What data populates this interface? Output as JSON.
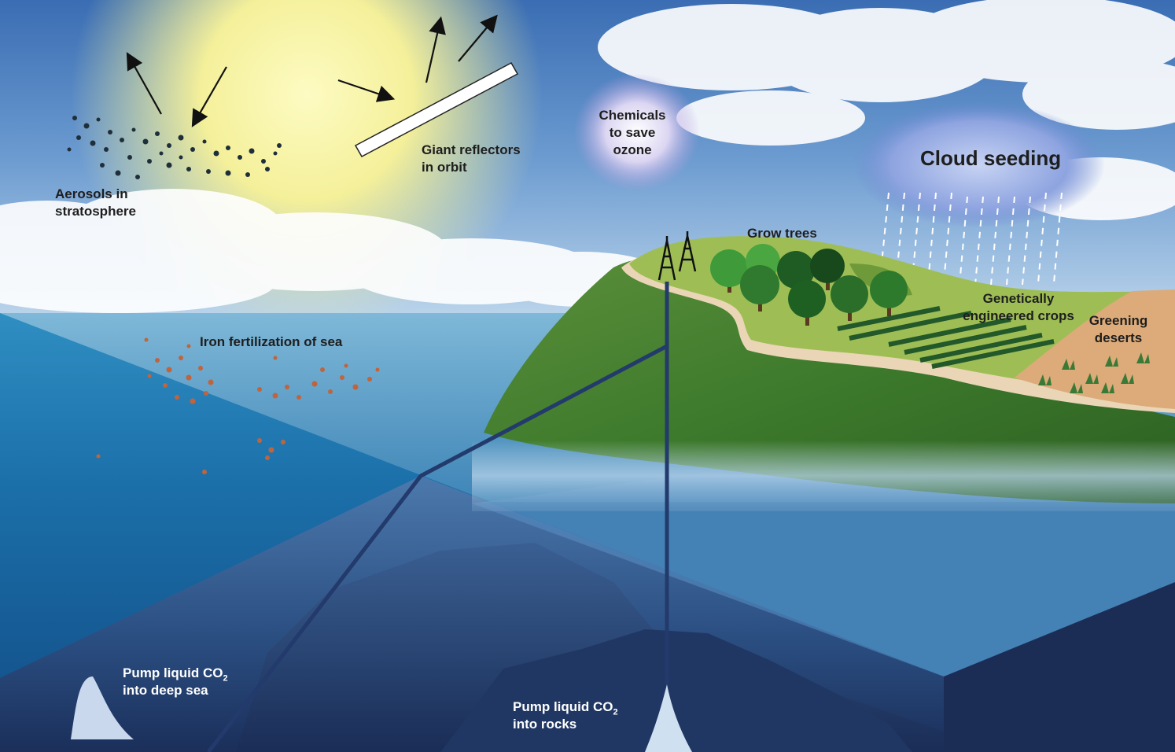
{
  "labels": {
    "aerosols": {
      "line1": "Aerosols in",
      "line2": "stratosphere"
    },
    "reflectors": {
      "line1": "Giant reflectors",
      "line2": "in orbit"
    },
    "chemicals": {
      "line1": "Chemicals",
      "line2": "to save",
      "line3": "ozone"
    },
    "cloud_seeding": "Cloud seeding",
    "grow_trees": "Grow trees",
    "crops": {
      "line1": "Genetically",
      "line2": "engineered crops"
    },
    "deserts": {
      "line1": "Greening",
      "line2": "deserts"
    },
    "iron": "Iron fertilization of sea",
    "pump_sea": {
      "line1_prefix": "Pump liquid CO",
      "line1_sub": "2",
      "line2": "into deep sea"
    },
    "pump_rocks": {
      "line1_prefix": "Pump liquid CO",
      "line1_sub": "2",
      "line2": "into rocks"
    }
  },
  "colors": {
    "sun": "#fbf7a0",
    "sky_top": "#3d6fb6",
    "sea_surface": "#1b74ad",
    "deep_sea": "#1e3563",
    "island_green": "#3f7d2e",
    "grass": "#9ebe55",
    "desert": "#dcab79",
    "iron_particles": "#c0643d",
    "aerosol_particles": "#1f2f3a"
  }
}
